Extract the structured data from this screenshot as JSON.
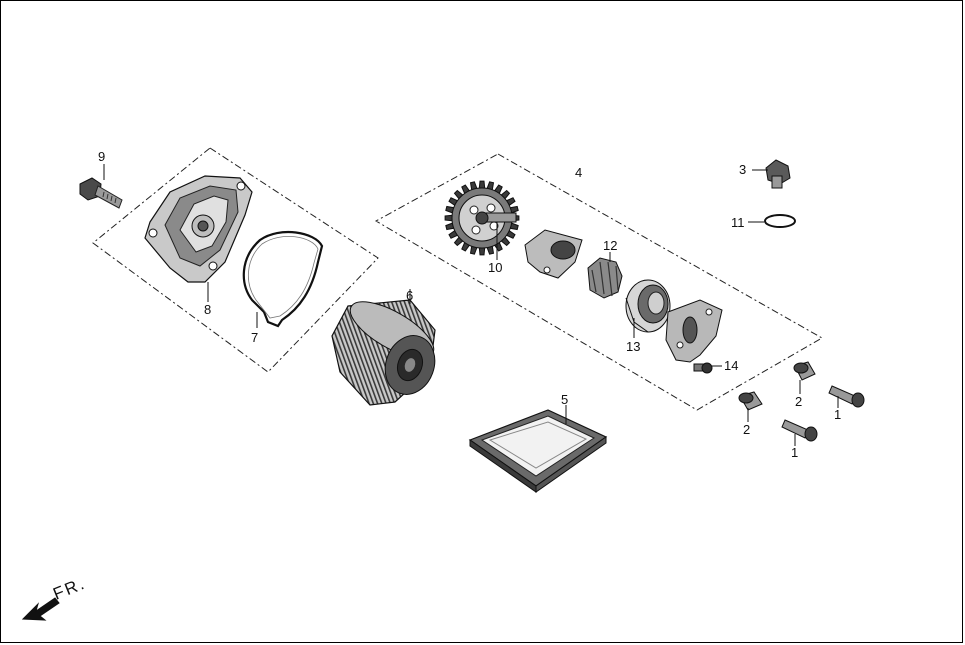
{
  "diagram": {
    "direction_label": "FR.",
    "callouts": {
      "c1a": "1",
      "c1b": "1",
      "c2a": "2",
      "c2b": "2",
      "c3": "3",
      "c4": "4",
      "c5": "5",
      "c6": "6",
      "c7": "7",
      "c8": "8",
      "c9": "9",
      "c10": "10",
      "c11": "11",
      "c12": "12",
      "c13": "13",
      "c14": "14"
    }
  }
}
